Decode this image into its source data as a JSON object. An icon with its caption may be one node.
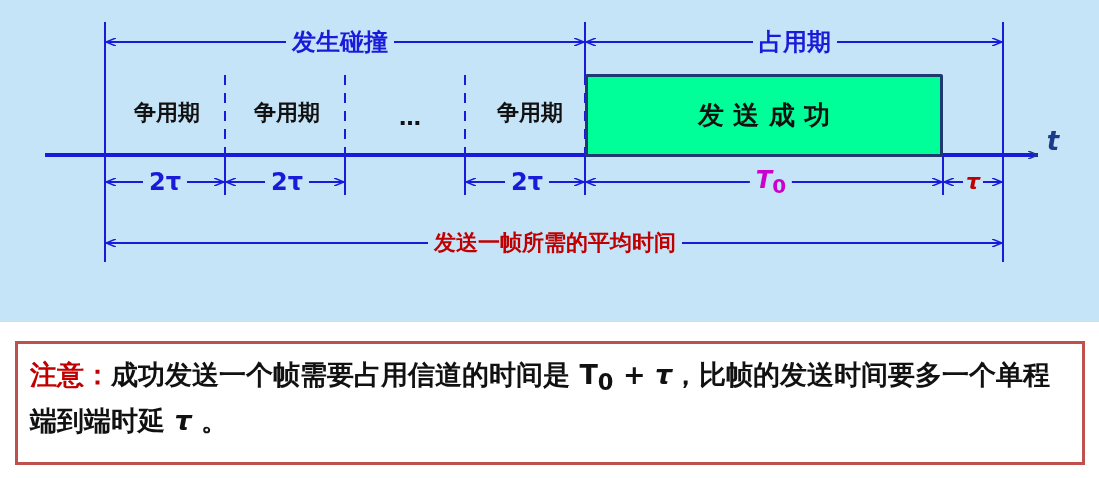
{
  "diagram": {
    "nodes": [
      {
        "text": [
          "发 送 成 功"
        ]
      },
      {
        "text": [
          "注意：",
          "成功发送一个帧需要占用信道的时间是 T$_{0}$ + *τ*，比帧的发送时间要多一个单程端到端时延 *τ* 。"
        ]
      }
    ],
    "labels": [
      "发生碰撞",
      "占用期",
      "争用期",
      "争用期",
      "…",
      "争用期",
      "t",
      "2τ",
      "2τ",
      "2τ",
      "*T*$_{0}$",
      "*τ*",
      "发送一帧所需的平均时间"
    ]
  }
}
